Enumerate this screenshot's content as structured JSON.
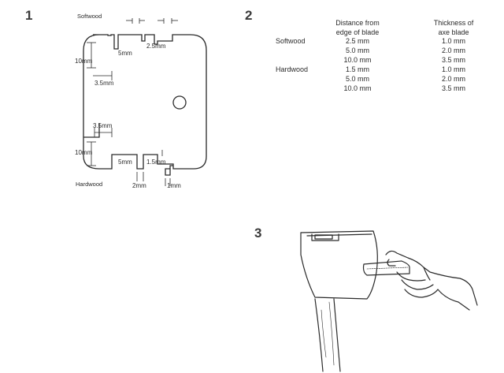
{
  "panel_numbers": [
    "1",
    "2",
    "3"
  ],
  "gauge": {
    "softwood_label": "Softwood",
    "hardwood_label": "Hardwood",
    "dims": {
      "side_depth": "10mm",
      "side_width": "3.5mm",
      "notch_5": "5mm",
      "notch_2_5": "2.5mm",
      "notch_1_5": "1.5mm",
      "gap_2": "2mm",
      "gap_1": "1mm"
    }
  },
  "table": {
    "header_distance": [
      "Distance from",
      "edge of blade"
    ],
    "header_thickness": [
      "Thickness of",
      "axe blade"
    ],
    "groups": [
      {
        "name": "Softwood",
        "rows": [
          {
            "distance": "2.5  mm",
            "thickness": "1.0  mm"
          },
          {
            "distance": "5.0  mm",
            "thickness": "2.0  mm"
          },
          {
            "distance": "10.0  mm",
            "thickness": "3.5  mm"
          }
        ]
      },
      {
        "name": "Hardwood",
        "rows": [
          {
            "distance": "1.5  mm",
            "thickness": "1.0  mm"
          },
          {
            "distance": "5.0  mm",
            "thickness": "2.0  mm"
          },
          {
            "distance": "10.0  mm",
            "thickness": "3.5  mm"
          }
        ]
      }
    ]
  },
  "colors": {
    "ink": "#2a2a2a",
    "paper": "#ffffff"
  }
}
